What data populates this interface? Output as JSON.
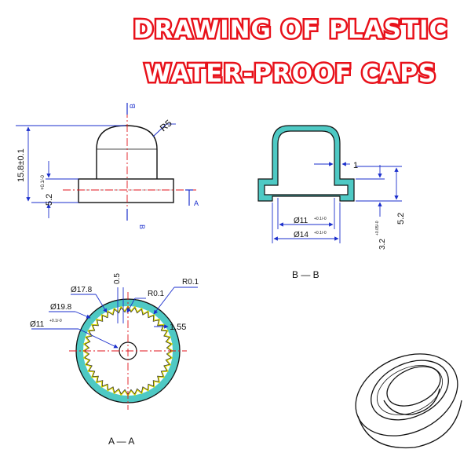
{
  "title": {
    "line1": "DRAWING OF PLASTIC",
    "line2": "WATER-PROOF CAPS"
  },
  "side_view": {
    "dim_height": "15.8±0.1",
    "dim_flange": "5.2",
    "dim_flange_tol": "+0.1/-0",
    "radius": "R5",
    "section_mark": "B",
    "section_mark_a": "A"
  },
  "section_bb": {
    "label": "B — B",
    "dim_wall": "1",
    "dim_inner": "Ø11",
    "dim_outer": "Ø14",
    "dim_height": "5.2",
    "dim_flange": "3.2",
    "tol": "+0.1/-0",
    "tol_b": "+0.05/-0"
  },
  "section_aa": {
    "label": "A — A",
    "d1": "Ø17.8",
    "d2": "Ø19.8",
    "d3": "Ø11",
    "d3_tol": "+0.1/-0",
    "gap": "0.5",
    "r1": "R0.1",
    "r2": "R0.1",
    "tooth": "1.55"
  },
  "colors": {
    "title_fill": "#ffffff",
    "title_outline": "#e8111a",
    "outline": "#111111",
    "dimension": "#1a2ecc",
    "centerline": "#e0141c",
    "section_fill": "#4ec9c4",
    "teeth": "#d7d400"
  }
}
